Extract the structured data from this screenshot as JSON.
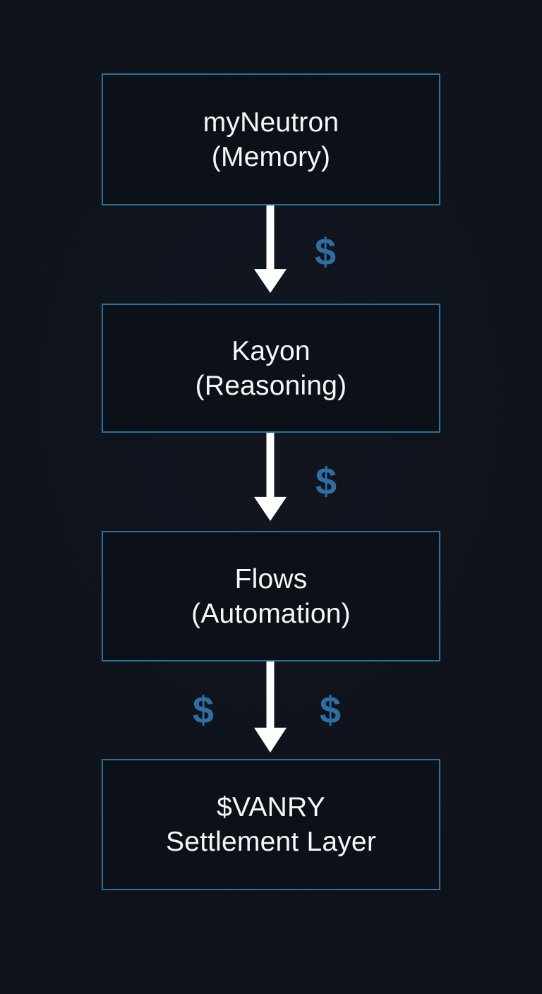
{
  "diagram": {
    "type": "flowchart",
    "direction": "top-down",
    "nodes": [
      {
        "id": "myneutron",
        "title": "myNeutron",
        "subtitle": "(Memory)"
      },
      {
        "id": "kayon",
        "title": "Kayon",
        "subtitle": "(Reasoning)"
      },
      {
        "id": "flows",
        "title": "Flows",
        "subtitle": "(Automation)"
      },
      {
        "id": "vanry",
        "title": "$VANRY",
        "subtitle": "Settlement Layer"
      }
    ],
    "edges": [
      {
        "from": "myneutron",
        "to": "kayon",
        "labels": [
          "$"
        ]
      },
      {
        "from": "kayon",
        "to": "flows",
        "labels": [
          "$"
        ]
      },
      {
        "from": "flows",
        "to": "vanry",
        "labels": [
          "$",
          "$"
        ]
      }
    ],
    "currency_symbol": "$",
    "colors": {
      "background": "#0e121a",
      "node_fill": "#0c1117",
      "node_border": "#2b6e9f",
      "text": "#f5f7fa",
      "dollar": "#2e6fa3",
      "arrow": "#ffffff"
    }
  }
}
